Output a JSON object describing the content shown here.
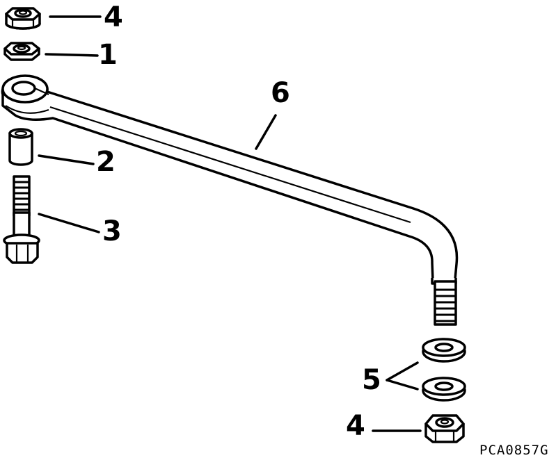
{
  "diagram": {
    "callouts": {
      "c4_top": "4",
      "c1": "1",
      "c2": "2",
      "c3": "3",
      "c6": "6",
      "c5": "5",
      "c4_bottom": "4"
    },
    "figure_code": "PCA0857G"
  }
}
